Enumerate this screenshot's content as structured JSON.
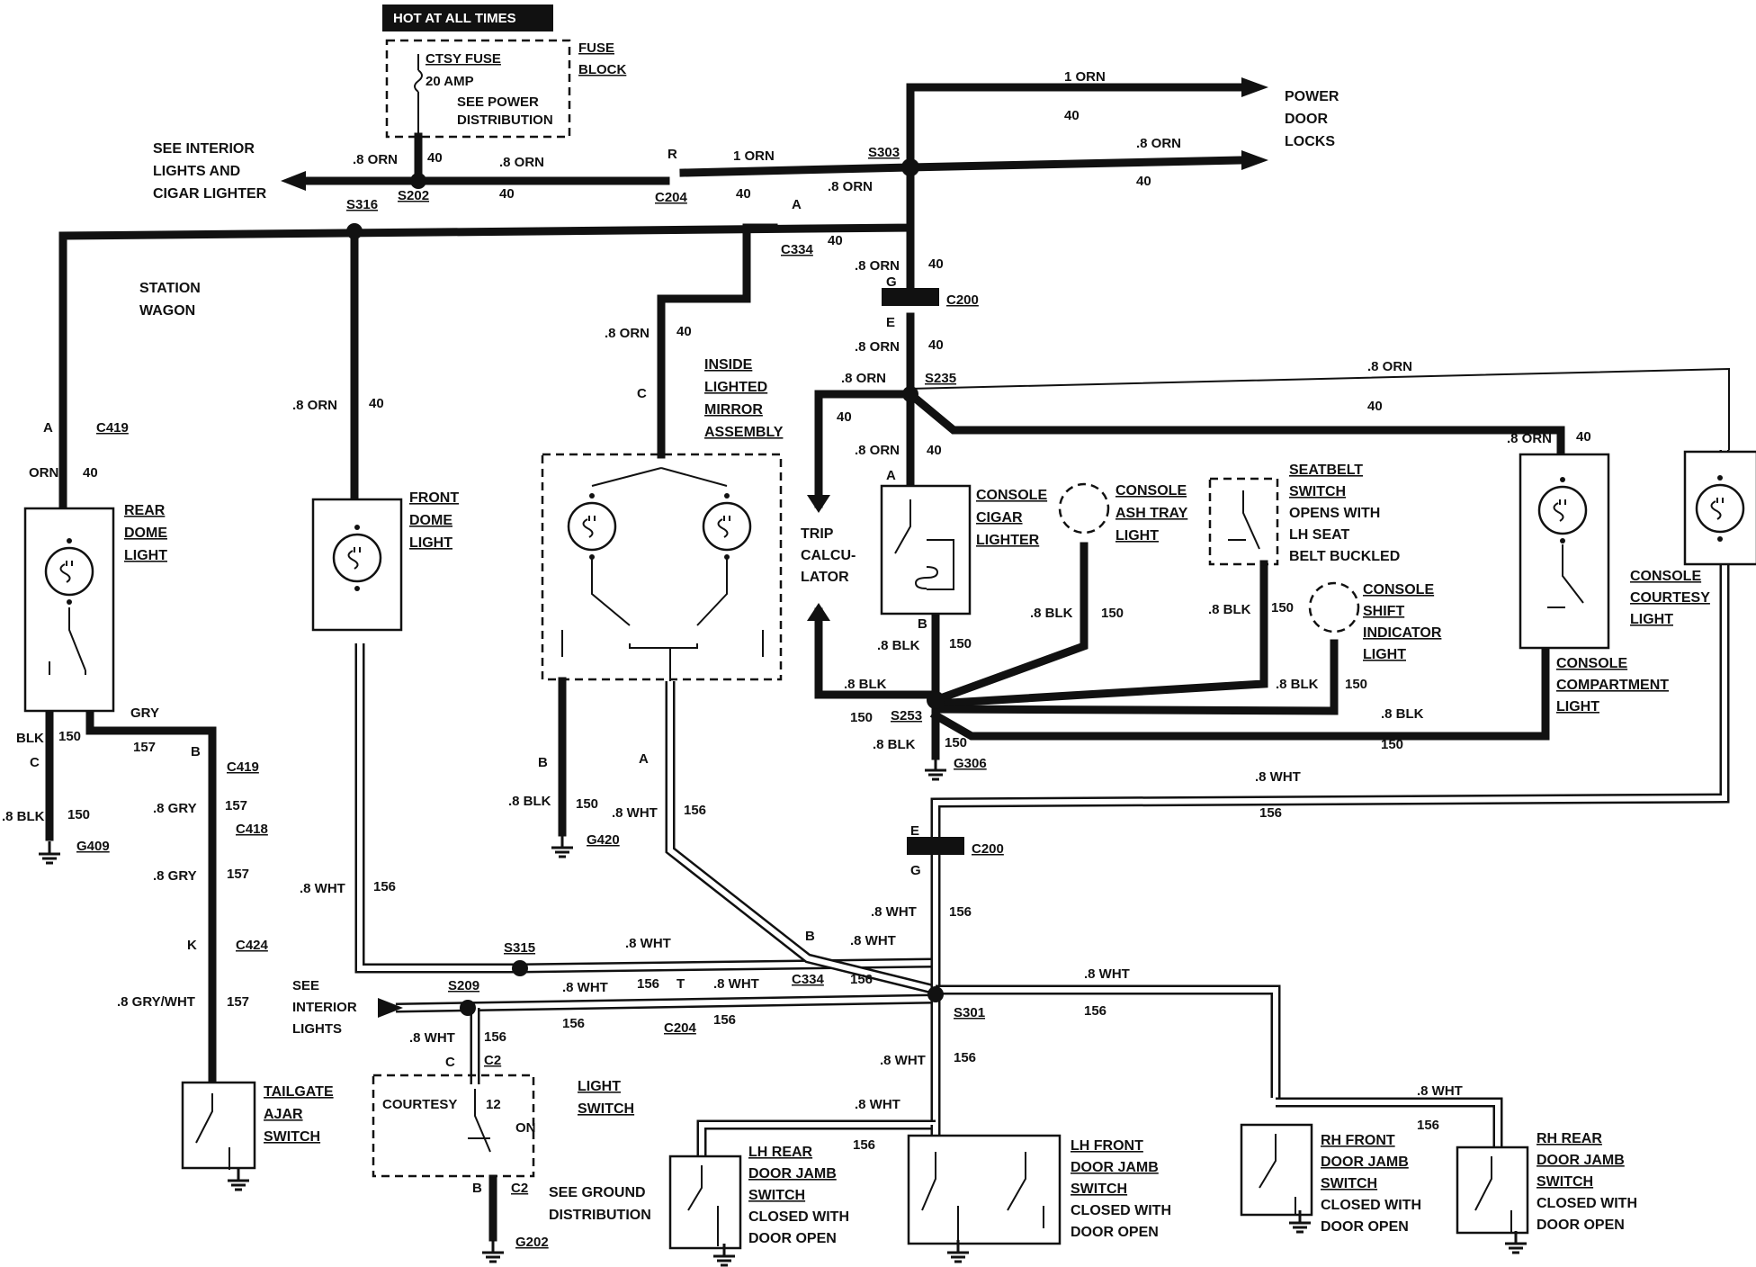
{
  "hot": "HOT AT ALL TIMES",
  "fuse": {
    "name": "CTSY FUSE",
    "amp": "20 AMP",
    "see1": "SEE POWER",
    "see2": "DISTRIBUTION",
    "blk1": "FUSE",
    "blk2": "BLOCK"
  },
  "interior": {
    "l1": "SEE INTERIOR",
    "l2": "LIGHTS AND",
    "l3": "CIGAR LIGHTER"
  },
  "power": {
    "l1": "POWER",
    "l2": "DOOR",
    "l3": "LOCKS"
  },
  "wires": {
    "orn08": ".8 ORN",
    "orn1": "1 ORN",
    "orn": "ORN",
    "n40": "40",
    "blk08": ".8 BLK",
    "blk": "BLK",
    "n150": "150",
    "gry": "GRY",
    "gry08": ".8 GRY",
    "n157": "157",
    "grywht": ".8 GRY/WHT",
    "wht08": ".8 WHT",
    "n156": "156",
    "n12": "12"
  },
  "splices": {
    "s202": "S202",
    "s316": "S316",
    "s303": "S303",
    "s235": "S235",
    "s253": "S253",
    "s315": "S315",
    "s209": "S209",
    "s301": "S301"
  },
  "conn": {
    "c204": "C204",
    "c334": "C334",
    "c200": "C200",
    "c419": "C419",
    "c418": "C418",
    "c424": "C424",
    "c2": "C2",
    "R": "R",
    "A": "A",
    "B": "B",
    "C": "C",
    "E": "E",
    "G": "G",
    "K": "K",
    "T": "T"
  },
  "grounds": {
    "g409": "G409",
    "g420": "G420",
    "g306": "G306",
    "g202": "G202"
  },
  "wagon": {
    "l1": "STATION",
    "l2": "WAGON"
  },
  "rear_dome": {
    "l1": "REAR",
    "l2": "DOME",
    "l3": "LIGHT"
  },
  "front_dome": {
    "l1": "FRONT",
    "l2": "DOME",
    "l3": "LIGHT"
  },
  "mirror": {
    "l1": "INSIDE",
    "l2": "LIGHTED",
    "l3": "MIRROR",
    "l4": "ASSEMBLY"
  },
  "trip": {
    "l1": "TRIP",
    "l2": "CALCU-",
    "l3": "LATOR"
  },
  "cigar": {
    "l1": "CONSOLE",
    "l2": "CIGAR",
    "l3": "LIGHTER"
  },
  "ash": {
    "l1": "CONSOLE",
    "l2": "ASH TRAY",
    "l3": "LIGHT"
  },
  "seatbelt": {
    "l1": "SEATBELT",
    "l2": "SWITCH",
    "l3": "OPENS WITH",
    "l4": "LH SEAT",
    "l5": "BELT BUCKLED"
  },
  "shift": {
    "l1": "CONSOLE",
    "l2": "SHIFT",
    "l3": "INDICATOR",
    "l4": "LIGHT"
  },
  "compartment": {
    "l1": "CONSOLE",
    "l2": "COMPARTMENT",
    "l3": "LIGHT"
  },
  "courtesy_l": {
    "l1": "CONSOLE",
    "l2": "COURTESY",
    "l3": "LIGHT"
  },
  "tailgate": {
    "l1": "TAILGATE",
    "l2": "AJAR",
    "l3": "SWITCH"
  },
  "see_int": {
    "l1": "SEE",
    "l2": "INTERIOR",
    "l3": "LIGHTS"
  },
  "light_sw": {
    "l1": "LIGHT",
    "l2": "SWITCH",
    "courtesy": "COURTESY",
    "on": "ON"
  },
  "see_gnd": {
    "l1": "SEE GROUND",
    "l2": "DISTRIBUTION"
  },
  "lh_rear": {
    "l1": "LH REAR",
    "l2": "DOOR JAMB",
    "l3": "SWITCH",
    "l4": "CLOSED WITH",
    "l5": "DOOR OPEN"
  },
  "lh_front": {
    "l1": "LH FRONT",
    "l2": "DOOR JAMB",
    "l3": "SWITCH",
    "l4": "CLOSED WITH",
    "l5": "DOOR OPEN"
  },
  "rh_front": {
    "l1": "RH FRONT",
    "l2": "DOOR JAMB",
    "l3": "SWITCH",
    "l4": "CLOSED WITH",
    "l5": "DOOR OPEN"
  },
  "rh_rear": {
    "l1": "RH REAR",
    "l2": "DOOR JAMB",
    "l3": "SWITCH",
    "l4": "CLOSED WITH",
    "l5": "DOOR OPEN"
  }
}
